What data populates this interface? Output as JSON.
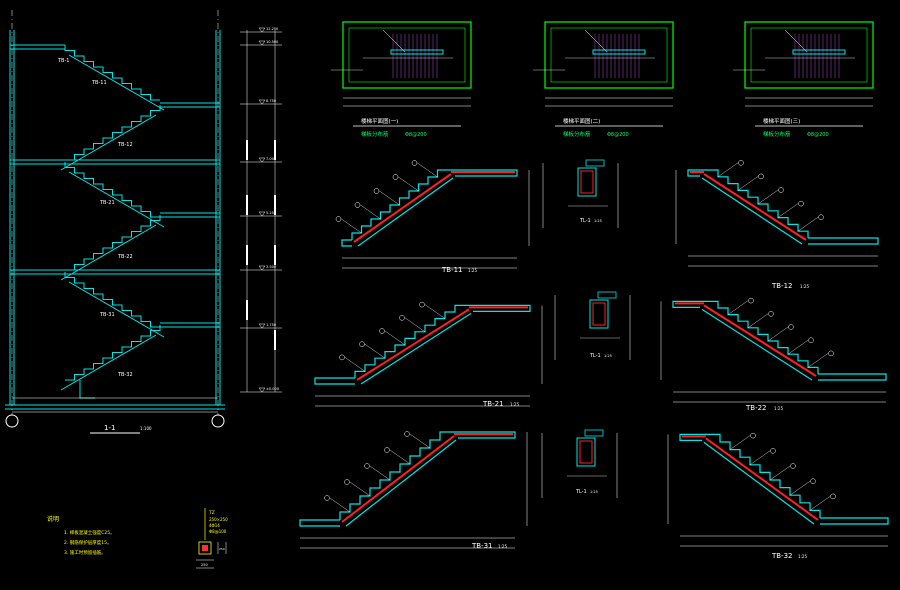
{
  "colors": {
    "background": "#000000",
    "structure": "#00e5e5",
    "dimension": "#ffffff",
    "label": "#ffffff",
    "rebar": "#ff2020",
    "frame": "#00ff00",
    "note": "#ffff00",
    "highlight": "#00ff66"
  },
  "section": {
    "title": "1-1",
    "scale": "1:100",
    "flight_labels": [
      "TB-1",
      "TB-11",
      "TB-12",
      "TB-21",
      "TB-22",
      "TB-31",
      "TB-32"
    ],
    "levels": [
      "±0.000",
      "1.750",
      "3.500",
      "5.250",
      "7.000",
      "8.750",
      "10.500",
      "12.250"
    ]
  },
  "plans": [
    {
      "title": "楼梯平面图(一)",
      "note": "梯板分布筋",
      "spec": "Φ8@200"
    },
    {
      "title": "楼梯平面图(二)",
      "note": "梯板分布筋",
      "spec": "Φ8@200"
    },
    {
      "title": "楼梯平面图(三)",
      "note": "梯板分布筋",
      "spec": "Φ8@200"
    }
  ],
  "details": [
    {
      "label": "TB-11",
      "scale": "1:25"
    },
    {
      "label": "TB-12",
      "scale": "1:25"
    },
    {
      "label": "TB-21",
      "scale": "1:25"
    },
    {
      "label": "TB-22",
      "scale": "1:25"
    },
    {
      "label": "TB-31",
      "scale": "1:25"
    },
    {
      "label": "TB-32",
      "scale": "1:25"
    }
  ],
  "beam_sections": [
    {
      "label": "TL-1",
      "scale": "1:25"
    },
    {
      "label": "TL-1",
      "scale": "1:25"
    },
    {
      "label": "TL-1",
      "scale": "1:25"
    }
  ],
  "notes": {
    "heading": "说明",
    "items": [
      "1. 梯板混凝土强度C25。",
      "2. 钢筋保护层厚度15。",
      "3. 施工时预留插筋。"
    ]
  },
  "column_detail": {
    "lines": [
      "TZ",
      "250×250",
      "4Φ14",
      "Φ8@100"
    ],
    "dims": [
      "250"
    ]
  }
}
